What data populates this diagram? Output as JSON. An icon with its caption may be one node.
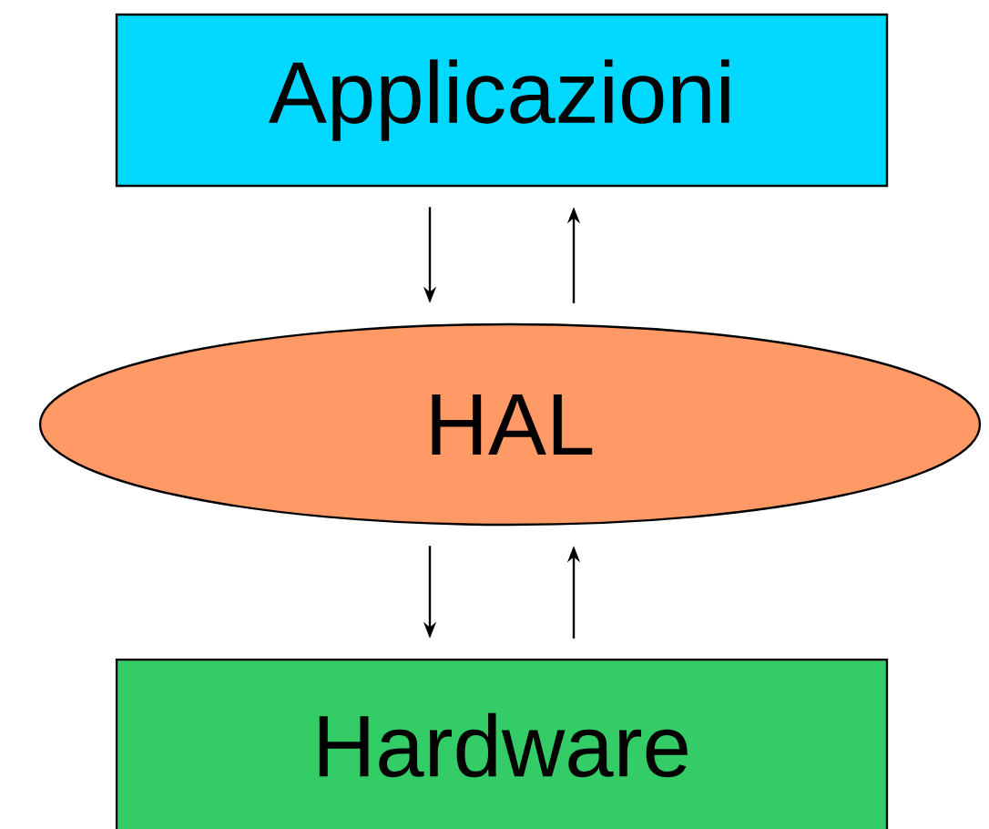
{
  "diagram": {
    "nodes": [
      {
        "text": [
          "Applicazioni"
        ]
      },
      {
        "text": [
          "HAL"
        ]
      },
      {
        "text": [
          "Hardware"
        ]
      }
    ],
    "edges": [
      {
        "from": 0,
        "to": 1,
        "arrow": "to"
      },
      {
        "from": 1,
        "to": 0,
        "arrow": "to"
      },
      {
        "from": 1,
        "to": 2,
        "arrow": "to"
      },
      {
        "from": 2,
        "to": 1,
        "arrow": "to"
      }
    ]
  }
}
